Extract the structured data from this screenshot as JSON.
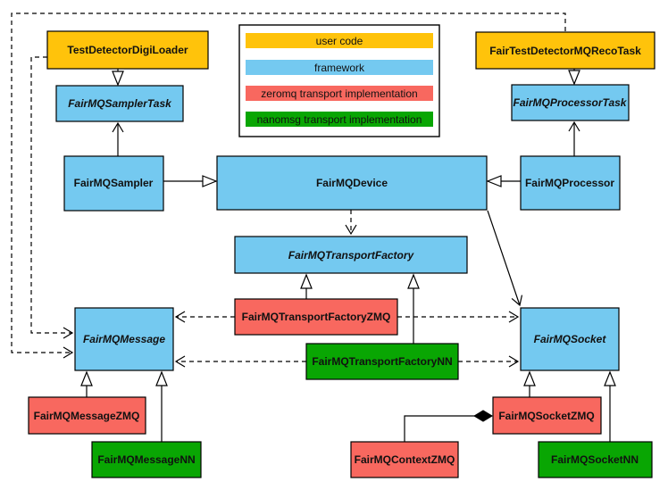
{
  "colors": {
    "user_code": "#FFC30B",
    "framework": "#74C9F0",
    "zeromq": "#F8685F",
    "nanomsg": "#09A603",
    "line": "#000000",
    "background": "#FFFFFF"
  },
  "legend": {
    "items": [
      {
        "label": "user code",
        "color": "#FFC30B"
      },
      {
        "label": "framework",
        "color": "#74C9F0"
      },
      {
        "label": "zeromq transport implementation",
        "color": "#F8685F"
      },
      {
        "label": "nanomsg transport implementation",
        "color": "#09A603"
      }
    ]
  },
  "nodes": {
    "testDetectorDigiLoader": {
      "label": "TestDetectorDigiLoader",
      "category": "user_code",
      "abstract": false
    },
    "fairTestDetectorMQRecoTask": {
      "label": "FairTestDetectorMQRecoTask",
      "category": "user_code",
      "abstract": false
    },
    "fairMQSamplerTask": {
      "label": "FairMQSamplerTask",
      "category": "framework",
      "abstract": true
    },
    "fairMQProcessorTask": {
      "label": "FairMQProcessorTask",
      "category": "framework",
      "abstract": true
    },
    "fairMQSampler": {
      "label": "FairMQSampler",
      "category": "framework",
      "abstract": false
    },
    "fairMQDevice": {
      "label": "FairMQDevice",
      "category": "framework",
      "abstract": false
    },
    "fairMQProcessor": {
      "label": "FairMQProcessor",
      "category": "framework",
      "abstract": false
    },
    "fairMQTransportFactory": {
      "label": "FairMQTransportFactory",
      "category": "framework",
      "abstract": true
    },
    "fairMQTransportFactoryZMQ": {
      "label": "FairMQTransportFactoryZMQ",
      "category": "zeromq",
      "abstract": false
    },
    "fairMQTransportFactoryNN": {
      "label": "FairMQTransportFactoryNN",
      "category": "nanomsg",
      "abstract": false
    },
    "fairMQMessage": {
      "label": "FairMQMessage",
      "category": "framework",
      "abstract": true
    },
    "fairMQSocket": {
      "label": "FairMQSocket",
      "category": "framework",
      "abstract": true
    },
    "fairMQMessageZMQ": {
      "label": "FairMQMessageZMQ",
      "category": "zeromq",
      "abstract": false
    },
    "fairMQMessageNN": {
      "label": "FairMQMessageNN",
      "category": "nanomsg",
      "abstract": false
    },
    "fairMQSocketZMQ": {
      "label": "FairMQSocketZMQ",
      "category": "zeromq",
      "abstract": false
    },
    "fairMQSocketNN": {
      "label": "FairMQSocketNN",
      "category": "nanomsg",
      "abstract": false
    },
    "fairMQContextZMQ": {
      "label": "FairMQContextZMQ",
      "category": "zeromq",
      "abstract": false
    }
  },
  "edges": [
    {
      "from": "TestDetectorDigiLoader",
      "to": "FairMQSamplerTask",
      "relation": "inheritance"
    },
    {
      "from": "FairMQSampler",
      "to": "FairMQSamplerTask",
      "relation": "association"
    },
    {
      "from": "FairTestDetectorMQRecoTask",
      "to": "FairMQProcessorTask",
      "relation": "inheritance"
    },
    {
      "from": "FairMQProcessor",
      "to": "FairMQProcessorTask",
      "relation": "association"
    },
    {
      "from": "FairMQSampler",
      "to": "FairMQDevice",
      "relation": "inheritance"
    },
    {
      "from": "FairMQProcessor",
      "to": "FairMQDevice",
      "relation": "inheritance"
    },
    {
      "from": "FairMQDevice",
      "to": "FairMQTransportFactory",
      "relation": "dependency"
    },
    {
      "from": "FairMQTransportFactoryZMQ",
      "to": "FairMQTransportFactory",
      "relation": "inheritance"
    },
    {
      "from": "FairMQTransportFactoryNN",
      "to": "FairMQTransportFactory",
      "relation": "inheritance"
    },
    {
      "from": "FairMQTransportFactoryZMQ",
      "to": "FairMQMessage",
      "relation": "dependency"
    },
    {
      "from": "FairMQTransportFactoryZMQ",
      "to": "FairMQSocket",
      "relation": "dependency"
    },
    {
      "from": "FairMQTransportFactoryNN",
      "to": "FairMQMessage",
      "relation": "dependency"
    },
    {
      "from": "FairMQTransportFactoryNN",
      "to": "FairMQSocket",
      "relation": "dependency"
    },
    {
      "from": "FairMQDevice",
      "to": "FairMQSocket",
      "relation": "association"
    },
    {
      "from": "FairMQMessageZMQ",
      "to": "FairMQMessage",
      "relation": "inheritance"
    },
    {
      "from": "FairMQMessageNN",
      "to": "FairMQMessage",
      "relation": "inheritance"
    },
    {
      "from": "FairMQSocketZMQ",
      "to": "FairMQSocket",
      "relation": "inheritance"
    },
    {
      "from": "FairMQSocketNN",
      "to": "FairMQSocket",
      "relation": "inheritance"
    },
    {
      "from": "FairMQContextZMQ",
      "to": "FairMQSocketZMQ",
      "relation": "composition"
    },
    {
      "from": "TestDetectorDigiLoader",
      "to": "FairMQMessage",
      "relation": "dependency"
    },
    {
      "from": "FairTestDetectorMQRecoTask",
      "to": "FairMQMessage",
      "relation": "dependency"
    }
  ]
}
